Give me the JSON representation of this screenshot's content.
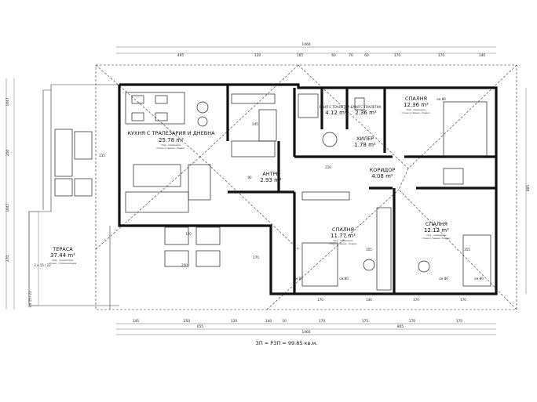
{
  "rooms": {
    "kitchen": {
      "name": "КУХНЯ С ТРАПЕЗАРИЯ И ДНЕВНА",
      "area": "25.78 m²",
      "note1": "Под - ламиниран",
      "note2": "Стени и тавани - боядис."
    },
    "hall": {
      "name": "АНТРЕ",
      "area": "2.93 m²"
    },
    "bath1": {
      "name": "БАНЯ С ТОАЛЕТНА",
      "area": "4.12 m²"
    },
    "bath2": {
      "name": "БАНЯ С ТОАЛЕТНА",
      "area": "2.36 m²"
    },
    "bedroom_ne": {
      "name": "СПАЛНЯ",
      "area": "12.36 m²",
      "note1": "Под - ламиниран",
      "note2": "Стени и тавани - боядис."
    },
    "boiler": {
      "name": "ХИЛЕР",
      "area": "1.78 m²"
    },
    "corridor": {
      "name": "КОРИДОР",
      "area": "4.08 m²"
    },
    "bedroom_s": {
      "name": "СПАЛНЯ",
      "area": "11.77 m²",
      "note1": "Под - ламиниран",
      "note2": "Стени и тавани - боядис."
    },
    "bedroom_se": {
      "name": "СПАЛНЯ",
      "area": "12.12 m²",
      "note1": "Под - ламиниран",
      "note2": "Стени и тавани - боядис."
    },
    "terrace": {
      "name": "ТЕРАСА",
      "area": "37.44 m²",
      "note1": "Под - гранитогрес",
      "note2": "Стени - топлоизолация"
    }
  },
  "dimensions": {
    "top_total": "1460",
    "top": [
      "495",
      "120",
      "165",
      "60",
      "70",
      "60",
      "170",
      "170",
      "140"
    ],
    "bottom": [
      "145",
      "250",
      "120",
      "140",
      "10",
      "170",
      "175",
      "170",
      "170"
    ],
    "bottom_b": [
      "655",
      "805"
    ],
    "bottom_total": "1460",
    "left": [
      "1047",
      "250",
      "1047",
      "270"
    ],
    "right": "805"
  },
  "labels": {
    "cm80_a": "см 80",
    "cm80_b": "см 80",
    "cm80_c": "см 80",
    "cm80_d": "см 80",
    "cm80_e": "см 80",
    "d245": "245",
    "d270": "270",
    "d250": "250",
    "d235": "235",
    "d355a": "355",
    "d355b": "355",
    "d170a": "170",
    "d170b": "170",
    "d170c": "170",
    "d140": "140",
    "d120": "120",
    "d90": "90",
    "d210": "210",
    "stair1": "3 x 15 / 22",
    "stair2": "3 x 15 / 22"
  },
  "summary": "ЗП = РЗП = 99.85 кв.м."
}
